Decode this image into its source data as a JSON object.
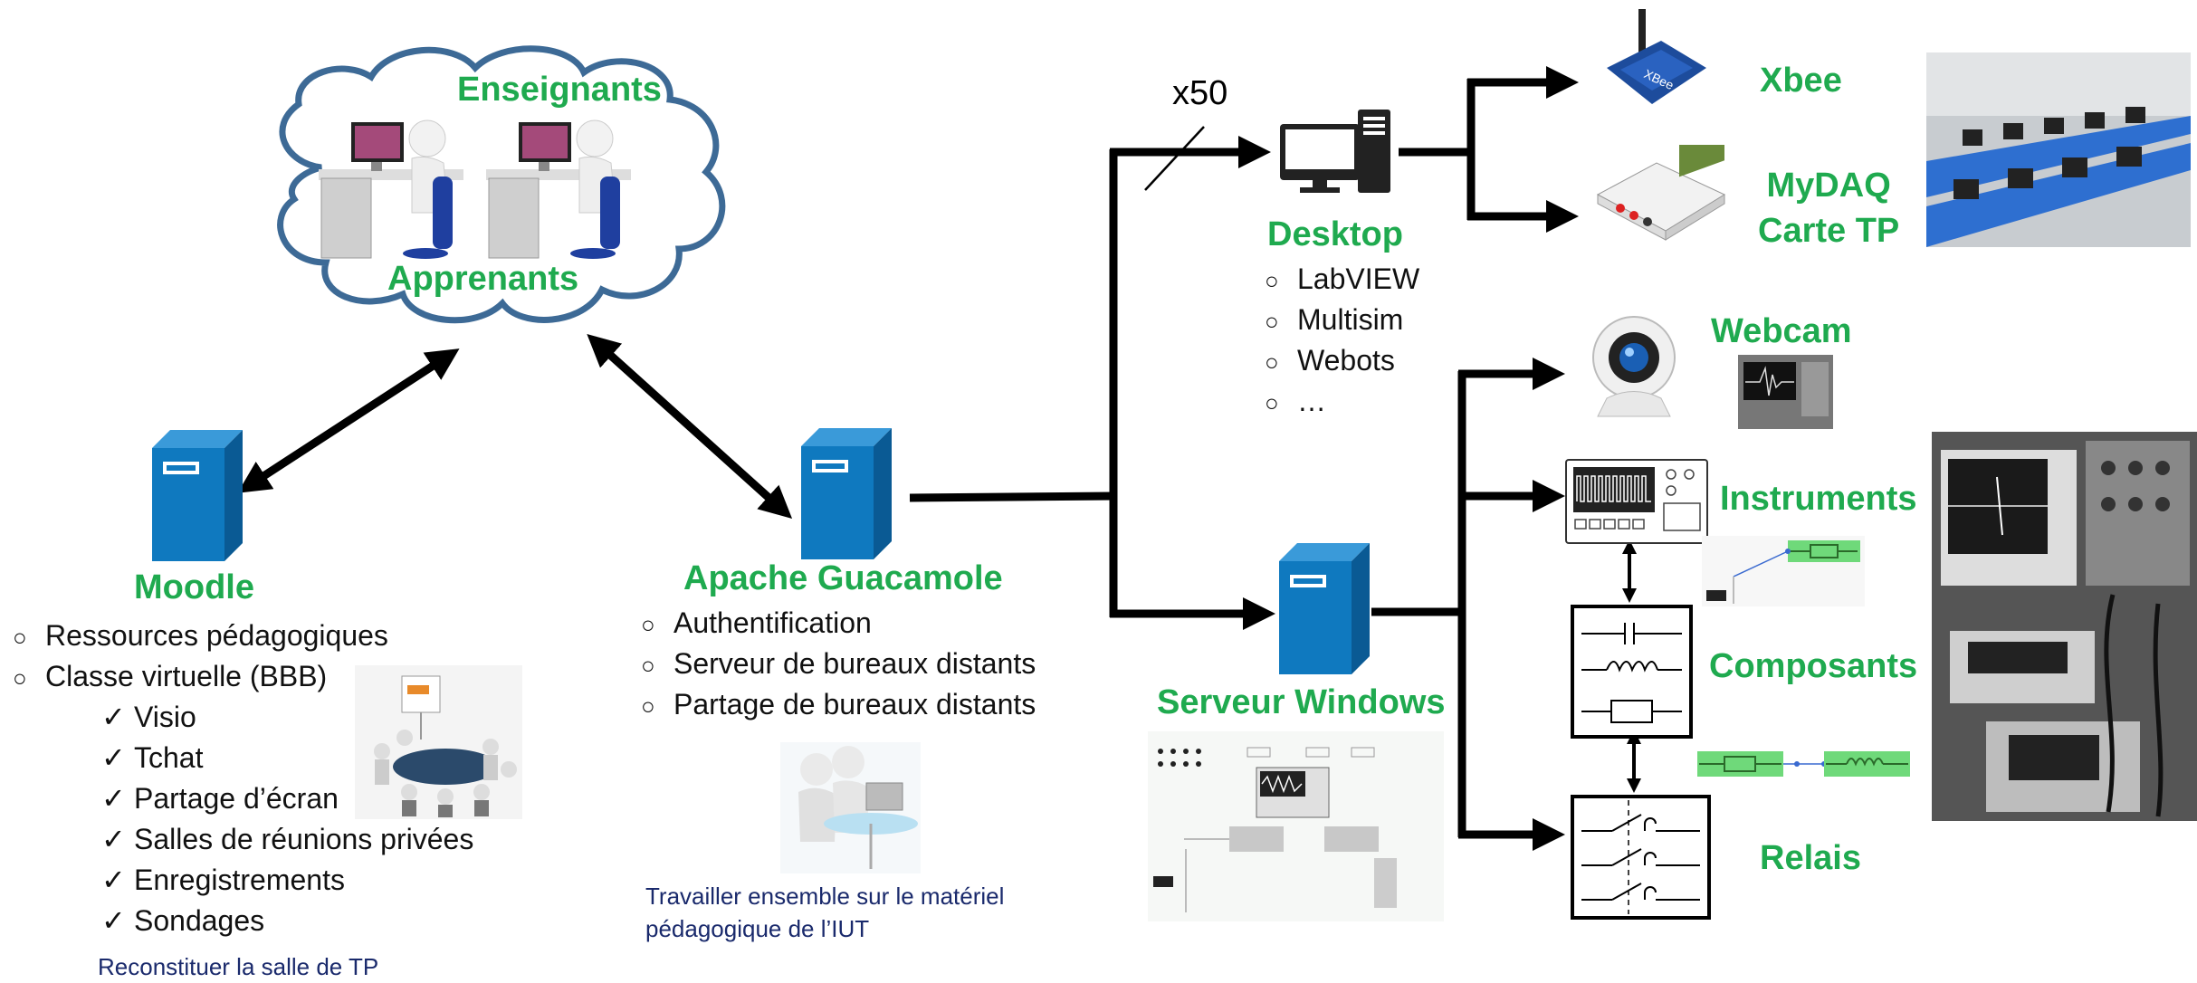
{
  "cloud": {
    "top_label": "Enseignants",
    "bottom_label": "Apprenants"
  },
  "moodle": {
    "title": "Moodle",
    "items": [
      "Ressources pédagogiques",
      "Classe virtuelle (BBB)"
    ],
    "subitems": [
      "Visio",
      "Tchat",
      "Partage d’écran",
      "Salles de réunions privées",
      "Enregistrements",
      "Sondages"
    ],
    "note": "Reconstituer la salle de TP"
  },
  "guacamole": {
    "title": "Apache Guacamole",
    "items": [
      "Authentification",
      "Serveur de bureaux distants",
      "Partage de bureaux distants"
    ],
    "note_line1": "Travailler ensemble sur le matériel",
    "note_line2": "pédagogique de l’IUT"
  },
  "desktop": {
    "title": "Desktop",
    "multiplier": "x50",
    "items": [
      "LabVIEW",
      "Multisim",
      "Webots",
      "…"
    ]
  },
  "windows": {
    "title": "Serveur Windows"
  },
  "devices": {
    "xbee": "Xbee",
    "mydaq_line1": "MyDAQ",
    "mydaq_line2": "Carte TP",
    "webcam": "Webcam",
    "instruments": "Instruments",
    "composants": "Composants",
    "relais": "Relais"
  },
  "colors": {
    "label_green": "#1faa4f",
    "server_blue": "#0f79bf",
    "cloud_outline": "#3d6a96",
    "note_navy": "#1a2a6c"
  }
}
